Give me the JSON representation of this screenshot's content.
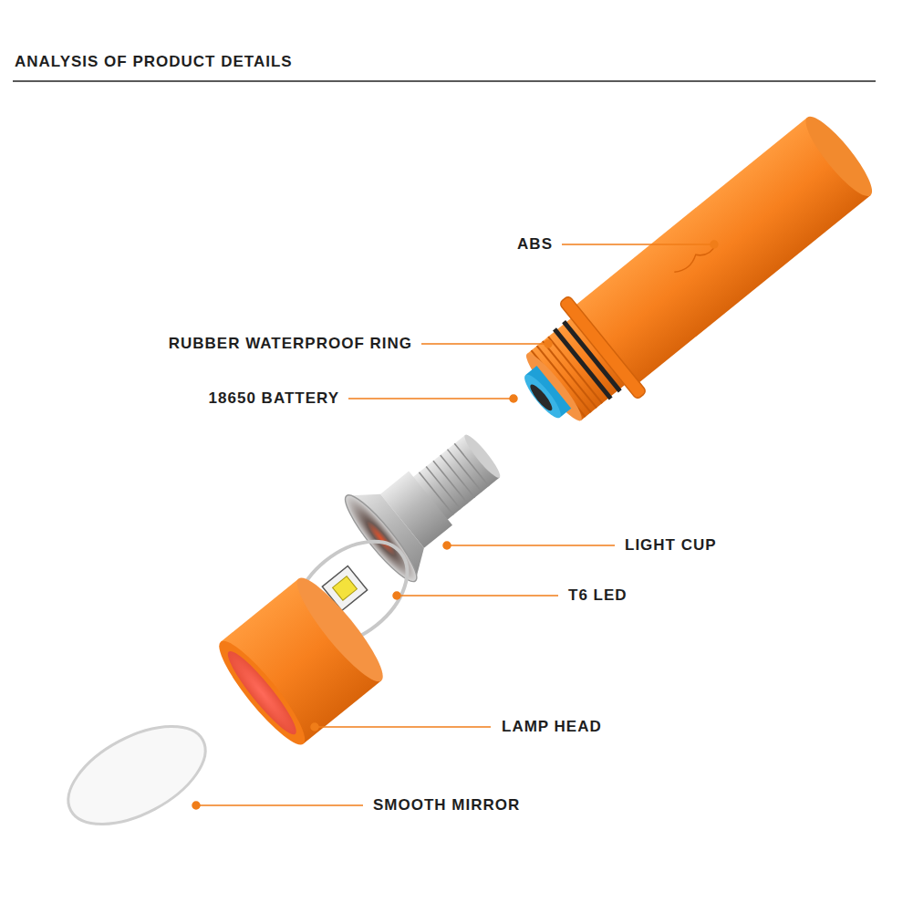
{
  "diagram": {
    "title": "ANALYSIS OF PRODUCT DETAILS",
    "labels": [
      "ABS",
      "RUBBER WATERPROOF RING",
      "18650 BATTERY",
      "LIGHT CUP",
      "T6 LED",
      "LAMP HEAD",
      "SMOOTH MIRROR"
    ]
  }
}
